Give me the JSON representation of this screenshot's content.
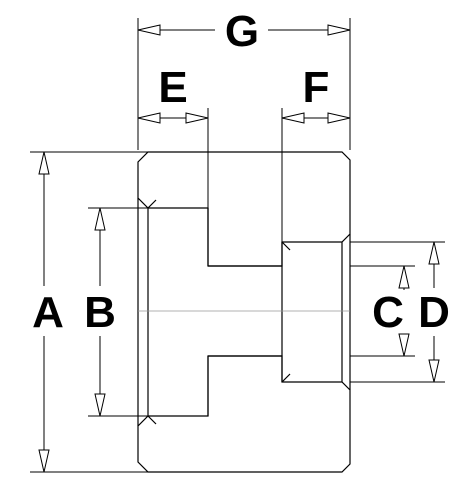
{
  "labels": {
    "A": "A",
    "B": "B",
    "C": "C",
    "D": "D",
    "E": "E",
    "F": "F",
    "G": "G"
  },
  "colors": {
    "section_fill": "#7b7fd6",
    "hatch": "#a7aaf0",
    "lines": "#000000",
    "background": "#ffffff"
  }
}
